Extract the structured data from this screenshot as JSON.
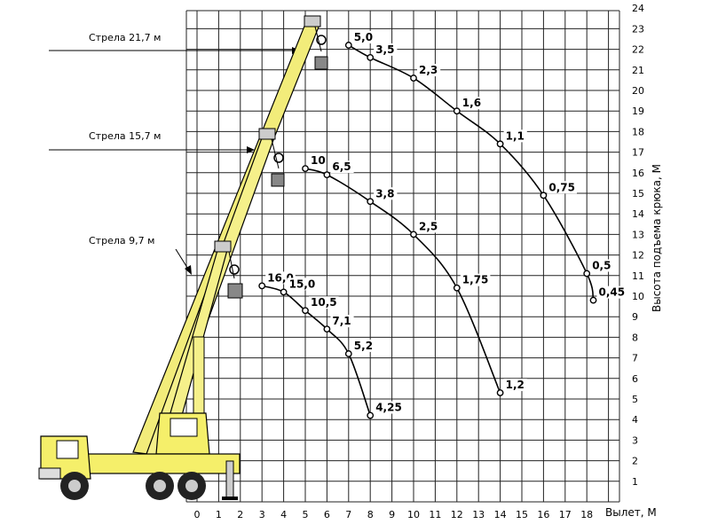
{
  "chart_data": {
    "type": "line",
    "xlabel": "Вылет, М",
    "ylabel": "Высота подъема крюка, М",
    "x_ticks": [
      0,
      1,
      2,
      3,
      4,
      5,
      6,
      7,
      8,
      9,
      10,
      11,
      12,
      13,
      14,
      15,
      16,
      17,
      18
    ],
    "y_ticks": [
      1,
      2,
      3,
      4,
      5,
      6,
      7,
      8,
      9,
      10,
      11,
      12,
      13,
      14,
      15,
      16,
      17,
      18,
      19,
      20,
      21,
      22,
      23,
      24
    ],
    "xlim": [
      0,
      19.5
    ],
    "ylim": [
      0,
      25
    ],
    "grid": true,
    "booms": [
      {
        "name": "Стрела 9,7 м"
      },
      {
        "name": "Стрела 15,7 м"
      },
      {
        "name": "Стрела 21,7 м"
      }
    ],
    "series": [
      {
        "points": [
          {
            "x": 3,
            "y": 10.5,
            "label": "16,0"
          },
          {
            "x": 4,
            "y": 10.2,
            "label": "15,0"
          },
          {
            "x": 5,
            "y": 9.3,
            "label": "10,5"
          },
          {
            "x": 6,
            "y": 8.4,
            "label": "7,1"
          },
          {
            "x": 7,
            "y": 7.2,
            "label": "5,2"
          },
          {
            "x": 8,
            "y": 4.2,
            "label": "4,25"
          }
        ]
      },
      {
        "points": [
          {
            "x": 5,
            "y": 16.2,
            "label": "10"
          },
          {
            "x": 6,
            "y": 15.9,
            "label": "6,5"
          },
          {
            "x": 8,
            "y": 14.6,
            "label": "3,8"
          },
          {
            "x": 10,
            "y": 13.0,
            "label": "2,5"
          },
          {
            "x": 12,
            "y": 10.4,
            "label": "1,75"
          },
          {
            "x": 14,
            "y": 5.3,
            "label": "1,2"
          }
        ]
      },
      {
        "points": [
          {
            "x": 7,
            "y": 22.2,
            "label": "5,0"
          },
          {
            "x": 8,
            "y": 21.6,
            "label": "3,5"
          },
          {
            "x": 10,
            "y": 20.6,
            "label": "2,3"
          },
          {
            "x": 12,
            "y": 19.0,
            "label": "1,6"
          },
          {
            "x": 14,
            "y": 17.4,
            "label": "1,1"
          },
          {
            "x": 16,
            "y": 14.9,
            "label": "0,75"
          },
          {
            "x": 18,
            "y": 11.1,
            "label": "0,5"
          },
          {
            "x": 18.3,
            "y": 9.8,
            "label": "0,45"
          }
        ]
      }
    ]
  },
  "colors": {
    "boom_yellow": "#f2ec7a",
    "truck_yellow": "#f5ef6a",
    "outline": "#000000"
  }
}
